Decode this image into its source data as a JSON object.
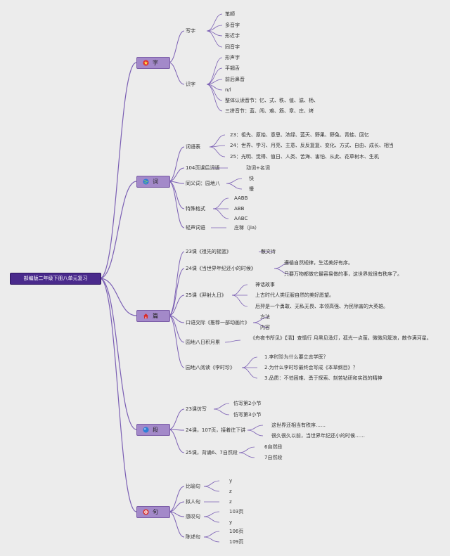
{
  "root": "部编版二年级下册八单元复习",
  "icons": {
    "zi": {
      "name": "red-star-icon",
      "color": "#e0322d"
    },
    "ci": {
      "name": "blue-globe-icon",
      "color": "#2f79d6"
    },
    "pian": {
      "name": "red-house-icon",
      "color": "#d72b2b"
    },
    "duan": {
      "name": "blue-planet-icon",
      "color": "#2e7fd6"
    },
    "ju": {
      "name": "red-target-icon",
      "color": "#d9342f"
    }
  },
  "zi": {
    "label": "字",
    "xiezi": {
      "label": "写字",
      "items": [
        "笔顺",
        "多音字",
        "形近字",
        "同音字"
      ]
    },
    "shizi": {
      "label": "识字",
      "items": [
        "形声字",
        "平翘舌",
        "前后鼻音",
        "n/l",
        "整体认读音节：忆、式、秩、值、滋、杨、",
        "三拼音节：蓝、闯、难、筋、章、庄、烤"
      ]
    }
  },
  "ci": {
    "label": "词",
    "ciyubiao": {
      "label": "词语表",
      "items": [
        "23：祖先、原始、意思、浓绿、蓝天、野果、野兔、青蛙、回忆",
        "24：世界、学习、月亮、主意、反反复复、变化、方式、自由、成长、相当",
        "25：光明、觉得、值日、人类、苦海、害怕、从此、花草树木、生机"
      ]
    },
    "p104": {
      "label": "104页课后词语",
      "items": [
        "动词+名词"
      ]
    },
    "tongyi": {
      "label": "同义词：园地八",
      "items": [
        "快",
        "慢"
      ]
    },
    "teshu": {
      "label": "特殊格式",
      "items": [
        "AABB",
        "ABB",
        "AABC"
      ]
    },
    "qingsheng": {
      "label": "轻声词语",
      "items": [
        "庄稼（jia）"
      ]
    }
  },
  "pian": {
    "label": "篇",
    "k23": {
      "label": "23课《祖先的摇篮》",
      "items": [
        "散文诗"
      ]
    },
    "k24": {
      "label": "24课《当世界年纪还小的时候》",
      "items": [
        "遵循自然规律，生活美好有序。",
        "只要万物都做它最容易做的事，这世界就很有秩序了。"
      ]
    },
    "k25": {
      "label": "25课《羿射九日》",
      "items": [
        "神话故事",
        "上古时代人类征服自然的美好愿望。",
        "后羿是一个勇敢、无私无畏、本领高强、为民除害的大英雄。"
      ]
    },
    "kouyu": {
      "label": "口语交际《推荐一部动画片》",
      "items": [
        "方法",
        "内容"
      ]
    },
    "riji": {
      "label": "园地八日积月累",
      "items": [
        "《舟夜书所见》【清】查慎行 月黑见渔灯，孤光一点萤。微微风簇浪，散作满河星。"
      ]
    },
    "yuedu": {
      "label": "园地八阅读《李时珍》",
      "items": [
        "1.李时珍为什么要立志学医？",
        "2.为什么李时珍最终会写成《本草纲目》？",
        "3.品质：不怕困难、勇于探索、刻苦钻研和实践的精神"
      ]
    }
  },
  "duan": {
    "label": "段",
    "k23": {
      "label": "23课仿写",
      "items": [
        "仿写第2小节",
        "仿写第3小节"
      ]
    },
    "k24": {
      "label": "24课，107页，接着往下讲",
      "items": [
        "这世界还相当有秩序……",
        "很久很久以前，当世界年纪还小的时候……"
      ]
    },
    "k25": {
      "label": "25课，背诵6、7自然段",
      "items": [
        "6自然段",
        "7自然段"
      ]
    }
  },
  "ju": {
    "label": "句",
    "biyu": {
      "label": "比喻句",
      "items": [
        "y",
        "z"
      ]
    },
    "niren": {
      "label": "拟人句",
      "items": [
        "z"
      ]
    },
    "gantan": {
      "label": "感叹句",
      "items": [
        "103页",
        "y"
      ]
    },
    "chenshu": {
      "label": "陈述句",
      "items": [
        "106页",
        "109页"
      ]
    }
  }
}
